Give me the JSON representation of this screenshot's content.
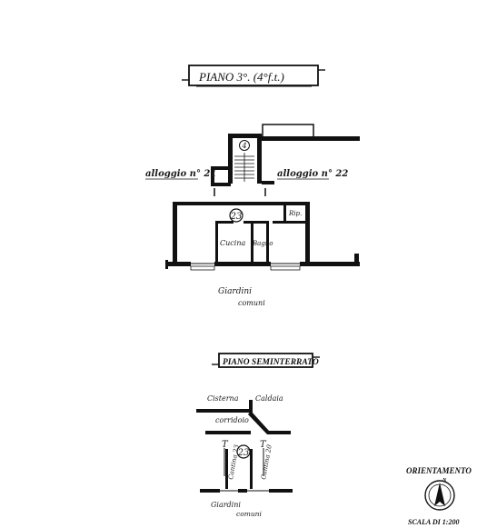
{
  "upper_plan": {
    "title": "PIANO 3°. (4°f.t.)",
    "left_unit_label": "alloggio n° 21",
    "right_unit_label": "alloggio n° 22",
    "unit_number": "23",
    "stair_number": "4",
    "room_kitchen": "Cucina",
    "room_bath": "Bagno",
    "room_rip": "Rip.",
    "garden_label_1": "Giardini",
    "garden_label_2": "comuni"
  },
  "basement_plan": {
    "title": "PIANO SEMINTERRATO",
    "room_cisterna": "Cisterna",
    "room_caldaia": "Caldaia",
    "corridor_label": "corridoio",
    "unit_number": "23",
    "cantina_left": "Cantina 23",
    "cantina_right": "Cantina 20",
    "t_mark_left": "T",
    "t_mark_right": "T",
    "garden_label_1": "Giardini",
    "garden_label_2": "comuni"
  },
  "legend": {
    "orientation_label": "ORIENTAMENTO",
    "north_mark": "N",
    "scale_label": "SCALA DI 1:200"
  },
  "colors": {
    "ink": "#111111",
    "paper": "#ffffff"
  }
}
